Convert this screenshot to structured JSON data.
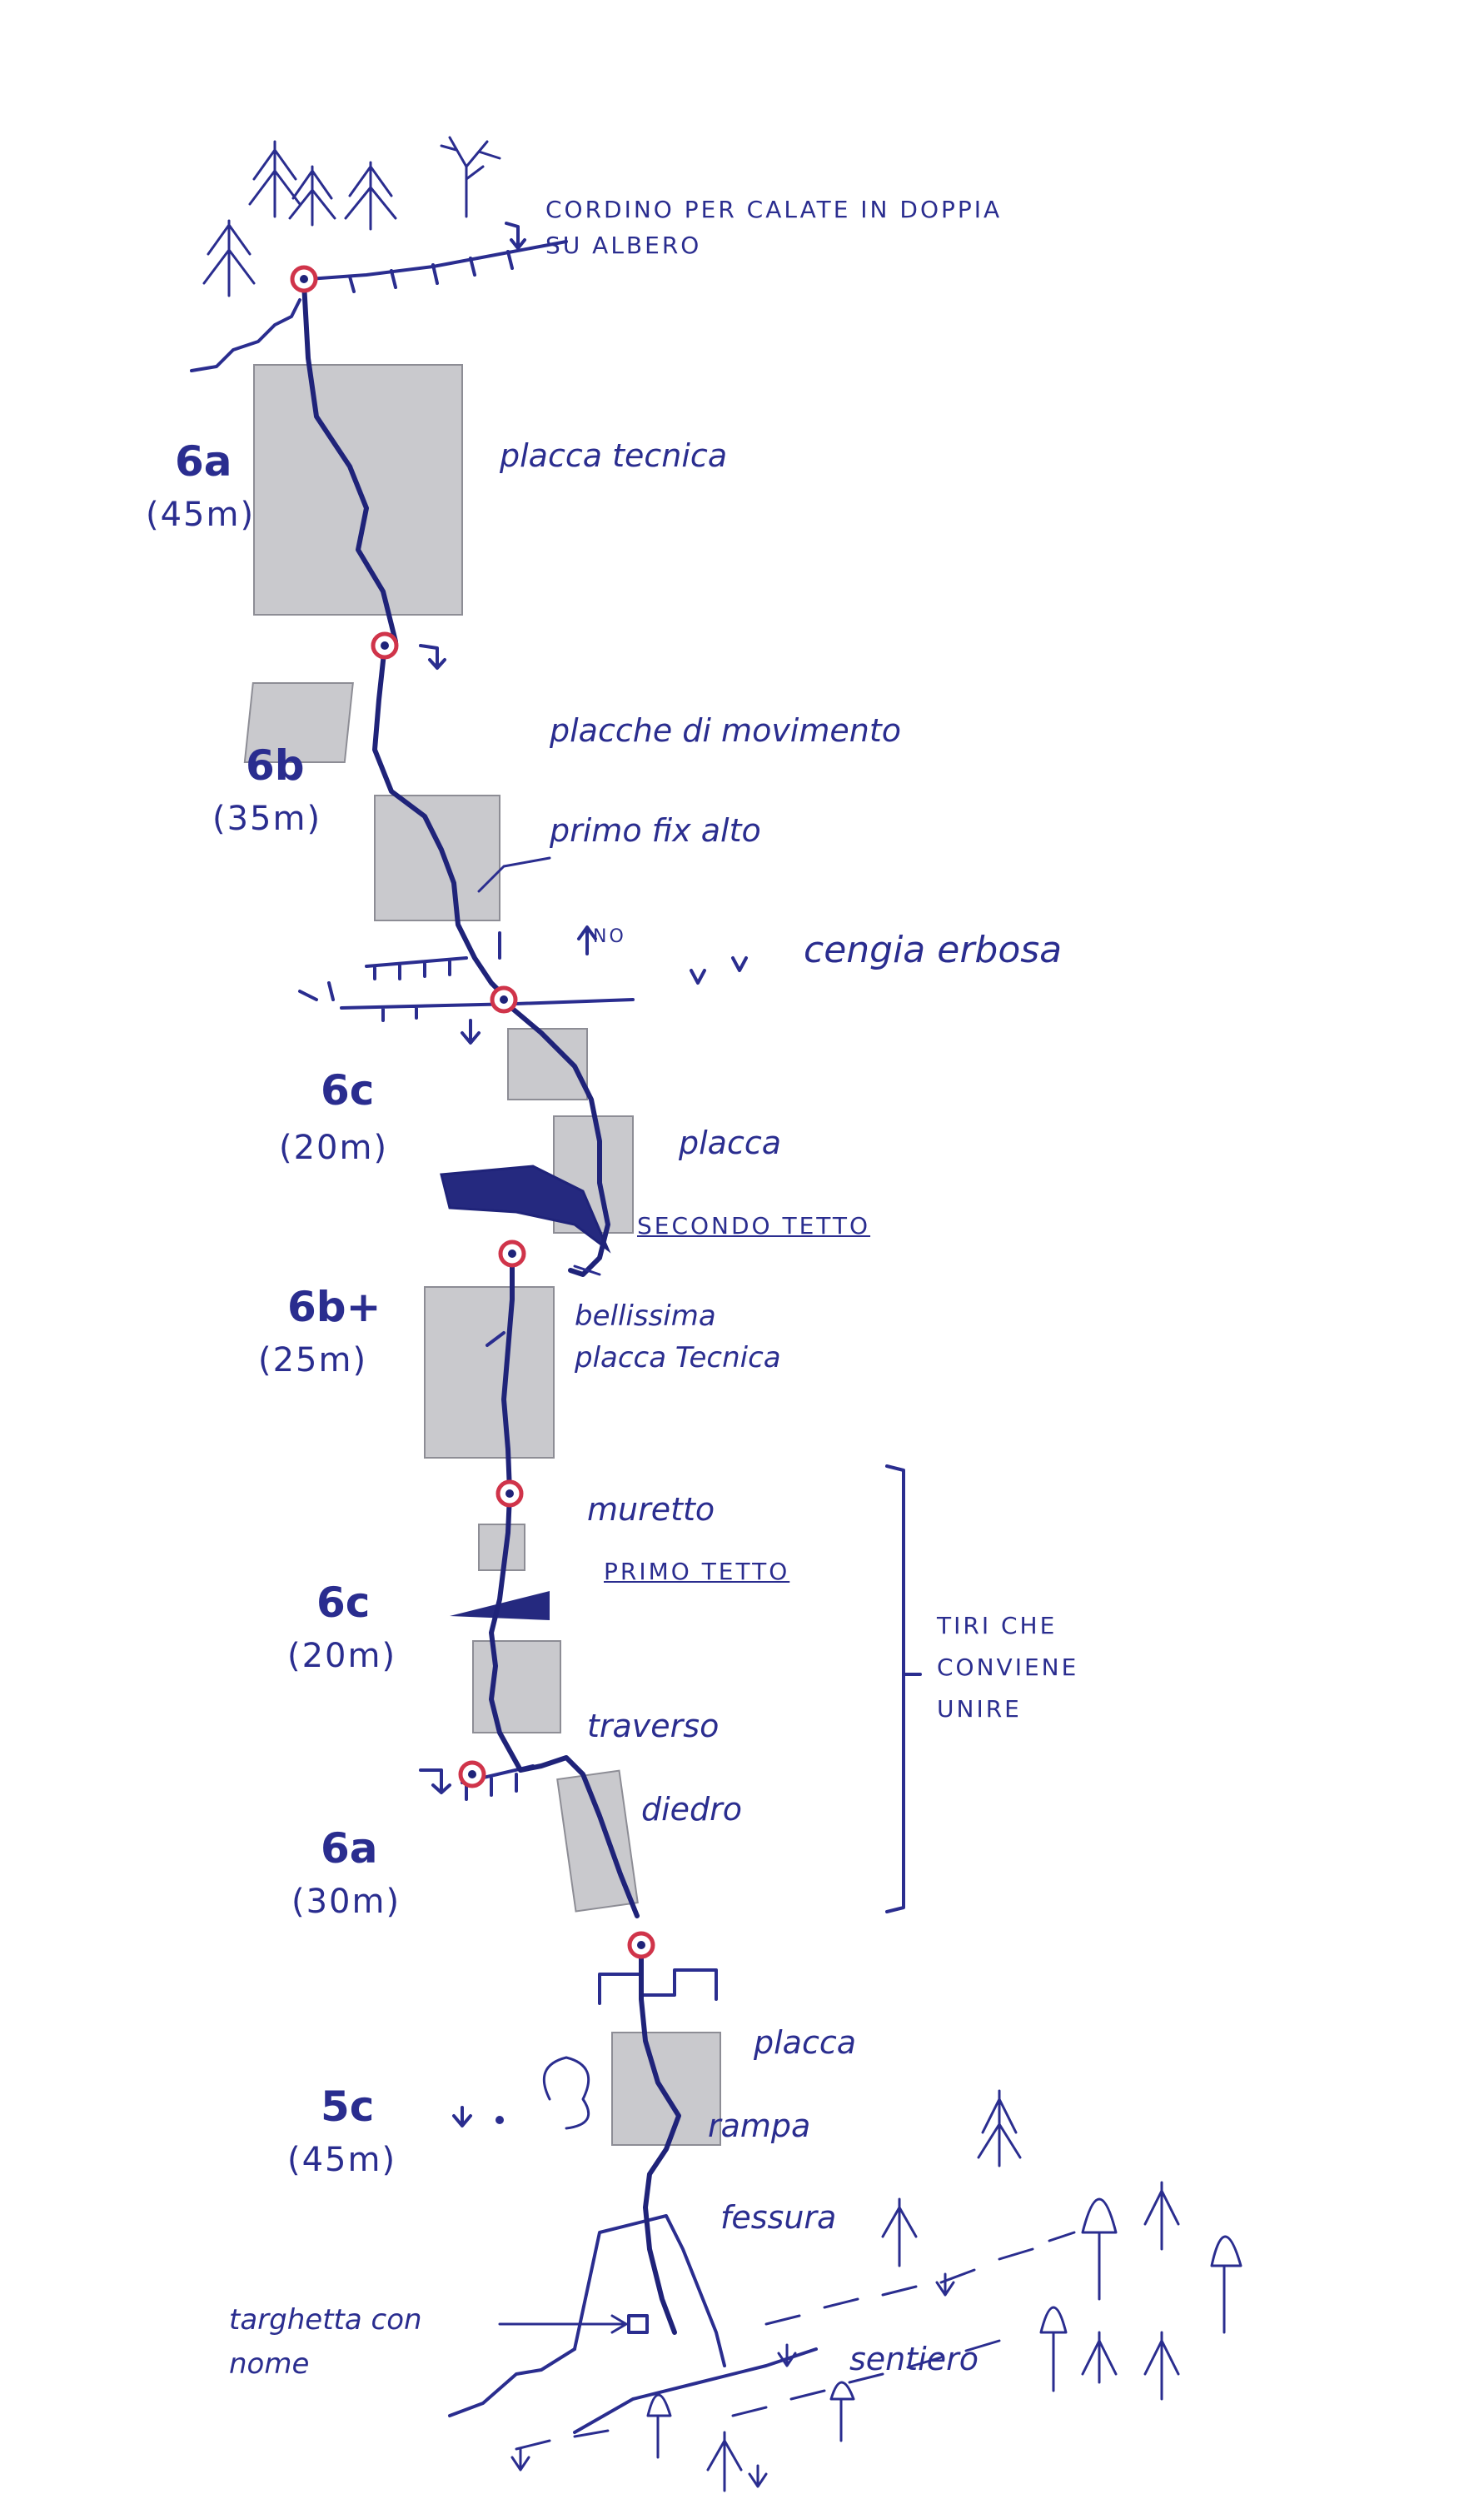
{
  "top_note": {
    "line1": "CORDINO PER CALATE IN DOPPIA",
    "line2": "SU ALBERO"
  },
  "pitches": [
    {
      "grade": "6a",
      "length": "(45m)"
    },
    {
      "grade": "6b",
      "length": "(35m)"
    },
    {
      "grade": "6c",
      "length": "(20m)"
    },
    {
      "grade": "6b+",
      "length": "(25m)"
    },
    {
      "grade": "6c",
      "length": "(20m)"
    },
    {
      "grade": "6a",
      "length": "(30m)"
    },
    {
      "grade": "5c",
      "length": "(45m)"
    }
  ],
  "features": {
    "placca_tecnica": "placca tecnica",
    "placche_movimento": "placche di movimento",
    "primo_fix": "primo fix alto",
    "no_mark": "NO",
    "cengia": "cengia erbosa",
    "placca_1": "placca",
    "secondo_tetto": "SECONDO TETTO",
    "bellissima_1": "bellissima",
    "bellissima_2": "placca Tecnica",
    "muretto": "muretto",
    "primo_tetto": "PRIMO TETTO",
    "traverso": "traverso",
    "diedro": "diedro",
    "placca_2": "placca",
    "rampa": "rampa",
    "fessura": "fessura",
    "targhetta_1": "targhetta con",
    "targhetta_2": "nome",
    "sentiero": "sentiero"
  },
  "bracket_note": {
    "line1": "TIRI CHE",
    "line2": "CONVIENE",
    "line3": "UNIRE"
  },
  "colors": {
    "ink": "#2a2d8f",
    "belay_ring": "#d0344a",
    "rock": "#c9c9cd"
  }
}
